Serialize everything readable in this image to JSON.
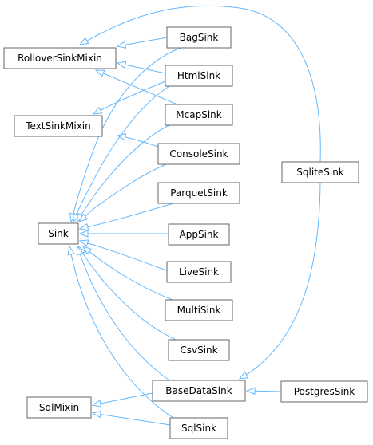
{
  "diagram": {
    "type": "class-inheritance-graph",
    "colors": {
      "edge": "#63b8ff",
      "node_border": "#666666",
      "node_fill": "#ffffff",
      "text": "#000000"
    },
    "nodes": {
      "rollover": "RolloverSinkMixin",
      "textsink": "TextSinkMixin",
      "sink": "Sink",
      "sqlmixin": "SqlMixin",
      "bagsink": "BagSink",
      "htmlsink": "HtmlSink",
      "mcapsink": "McapSink",
      "consolesink": "ConsoleSink",
      "parquetsink": "ParquetSink",
      "appsink": "AppSink",
      "livesink": "LiveSink",
      "multisink": "MultiSink",
      "csvsink": "CsvSink",
      "basedatasink": "BaseDataSink",
      "sqlsink": "SqlSink",
      "sqlitesink": "SqliteSink",
      "postgressink": "PostgresSink"
    },
    "edges": [
      [
        "bagsink",
        "rollover"
      ],
      [
        "htmlsink",
        "rollover"
      ],
      [
        "mcapsink",
        "rollover"
      ],
      [
        "sqlitesink",
        "rollover"
      ],
      [
        "htmlsink",
        "textsink"
      ],
      [
        "consolesink",
        "textsink"
      ],
      [
        "bagsink",
        "sink"
      ],
      [
        "htmlsink",
        "sink"
      ],
      [
        "mcapsink",
        "sink"
      ],
      [
        "consolesink",
        "sink"
      ],
      [
        "parquetsink",
        "sink"
      ],
      [
        "appsink",
        "sink"
      ],
      [
        "livesink",
        "sink"
      ],
      [
        "multisink",
        "sink"
      ],
      [
        "csvsink",
        "sink"
      ],
      [
        "basedatasink",
        "sink"
      ],
      [
        "sqlsink",
        "sink"
      ],
      [
        "basedatasink",
        "sqlmixin"
      ],
      [
        "sqlsink",
        "sqlmixin"
      ],
      [
        "sqlitesink",
        "basedatasink"
      ],
      [
        "postgressink",
        "basedatasink"
      ]
    ]
  }
}
